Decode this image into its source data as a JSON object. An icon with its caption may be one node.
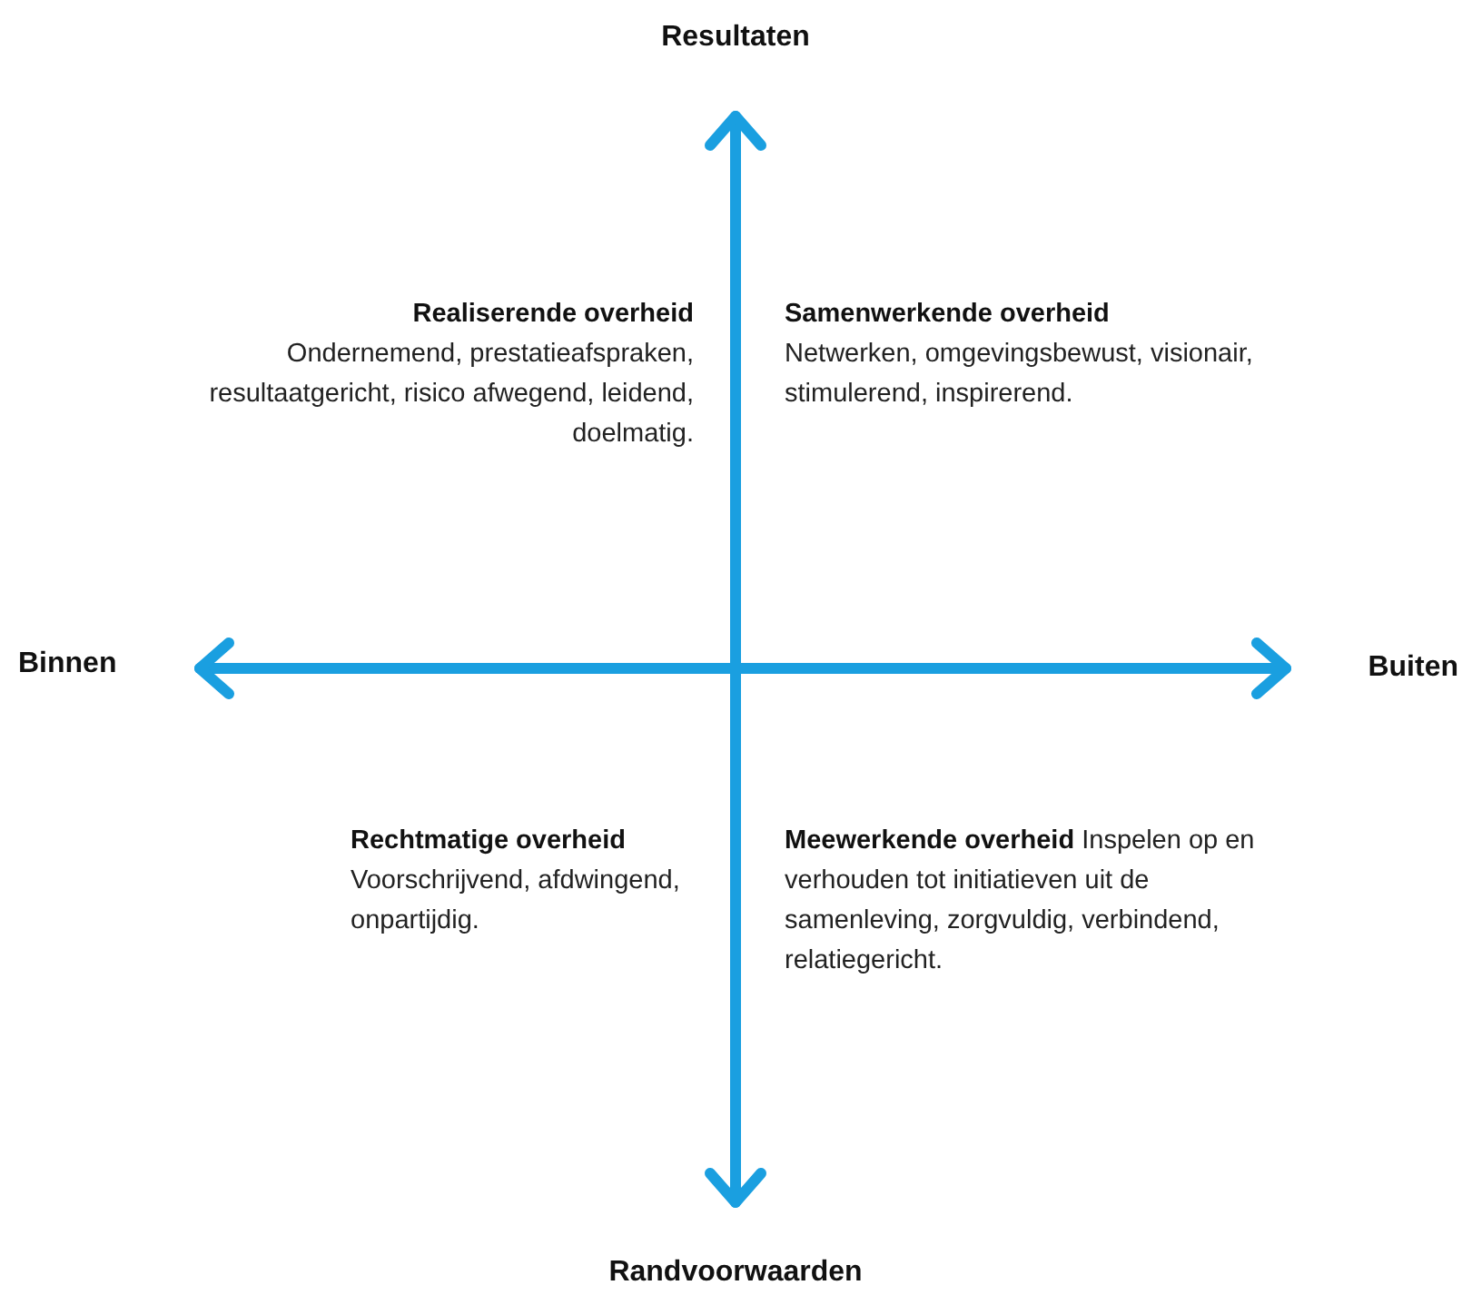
{
  "diagram": {
    "labels": [
      "Resultaten",
      "**Realiserende overheid** Ondernemend, prestatieafspraken, resultaatgericht, risico afwegend, leidend, doelmatig.",
      "**Samenwerkende overheid** Netwerken, omgevingsbewust, visionair, stimulerend, inspirerend.",
      "Binnen",
      "Buiten",
      "**Rechtmatige overheid** Voorschrijvend, afdwingend, onpartijdig.",
      "**Meewerkende overheid** Inspelen op en verhouden tot initiatieven uit de samenleving, zorgvuldig, verbindend, relatiegericht.",
      "Randvoorwaarden"
    ]
  }
}
